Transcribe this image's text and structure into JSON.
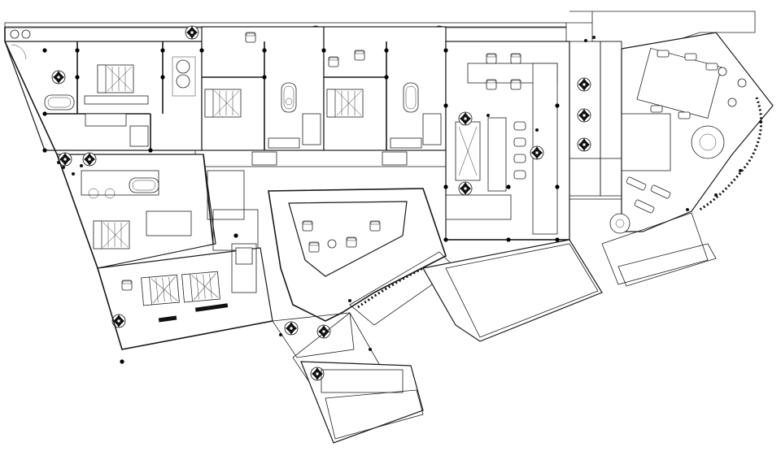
{
  "drawing": {
    "kind": "architectural-floor-plan",
    "line_color": "#1a1a1a",
    "background": "#ffffff",
    "hatch_patterns": [
      "diagonal",
      "crosshatch",
      "brick",
      "stripes"
    ],
    "icons": [
      "bed-icon",
      "bathtub-icon",
      "sink-icon",
      "toilet-icon",
      "armchair-icon",
      "plant-icon",
      "dining-table-icon",
      "stool-icon"
    ]
  }
}
